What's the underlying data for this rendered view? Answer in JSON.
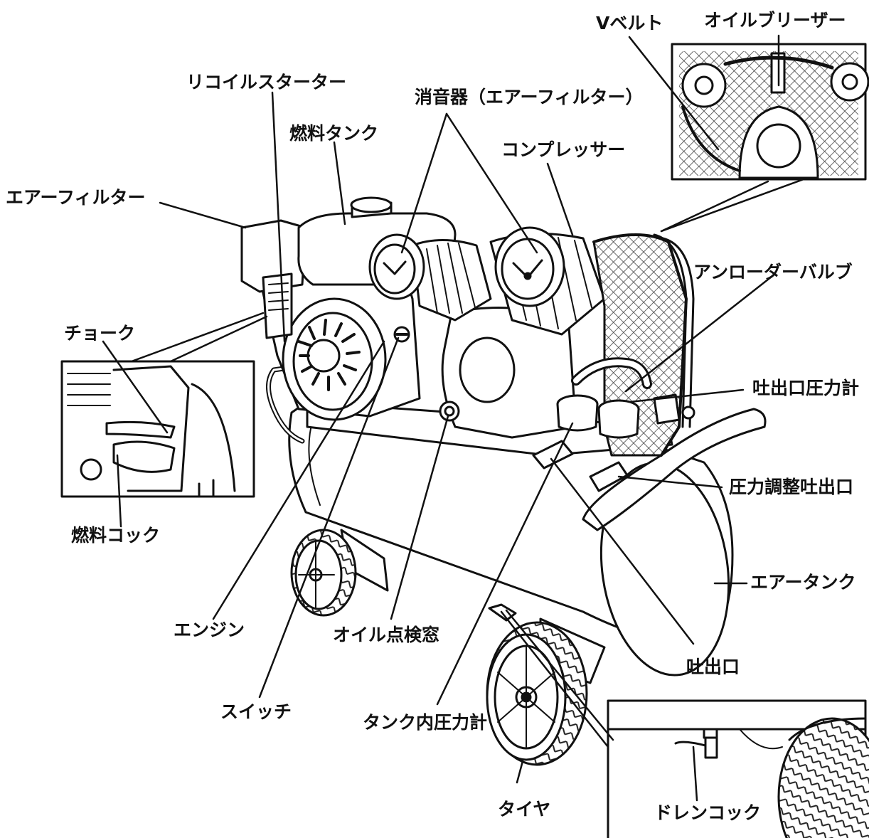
{
  "labels": {
    "v_belt": "Vベルト",
    "oil_breather": "オイルブリーザー",
    "recoil_starter": "リコイルスターター",
    "muffler": "消音器（エアーフィルター）",
    "fuel_tank": "燃料タンク",
    "compressor": "コンプレッサー",
    "air_filter": "エアーフィルター",
    "unloader_valve": "アンローダーバルブ",
    "choke": "チョーク",
    "outlet_gauge": "吐出口圧力計",
    "regulated_outlet": "圧力調整吐出口",
    "fuel_cock": "燃料コック",
    "air_tank": "エアータンク",
    "engine": "エンジン",
    "oil_window": "オイル点検窓",
    "outlet": "吐出口",
    "switch": "スイッチ",
    "tank_gauge": "タンク内圧力計",
    "tire": "タイヤ",
    "drain_cock": "ドレンコック"
  },
  "colors": {
    "line": "#111111",
    "background": "#ffffff",
    "mesh": "#555555"
  }
}
